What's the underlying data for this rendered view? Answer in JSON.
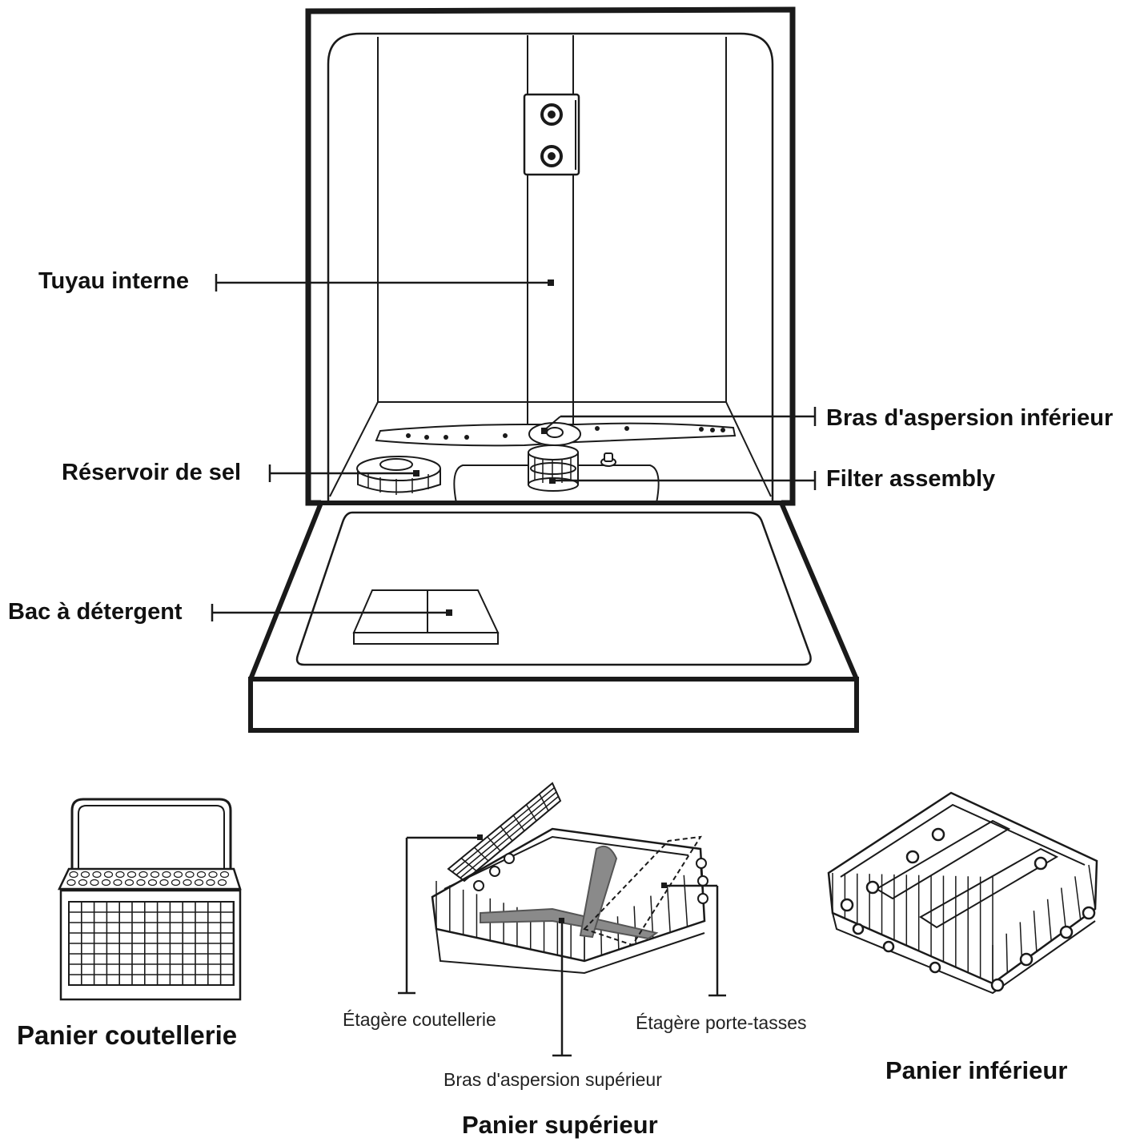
{
  "labels": {
    "tuyau_interne": "Tuyau interne",
    "bras_aspersion_inferieur": "Bras d'aspersion inférieur",
    "reservoir_de_sel": "Réservoir de sel",
    "filter_assembly": "Filter assembly",
    "bac_a_detergent": "Bac à détergent",
    "etagere_coutellerie": "Étagère coutellerie",
    "etagere_porte_tasses": "Étagère porte-tasses",
    "bras_aspersion_superieur": "Bras d'aspersion supérieur"
  },
  "titles": {
    "panier_coutellerie": "Panier coutellerie",
    "panier_superieur": "Panier supérieur",
    "panier_inferieur": "Panier inférieur"
  }
}
